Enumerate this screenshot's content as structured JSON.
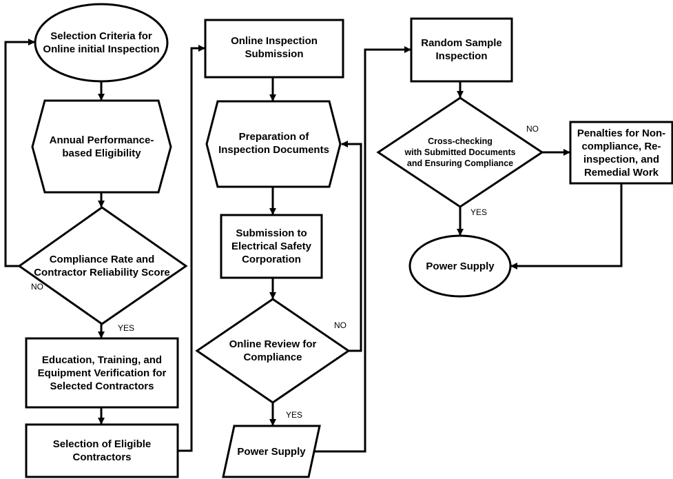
{
  "nodes": {
    "selection_criteria": "Selection Criteria for\nOnline initial Inspection",
    "annual_performance": "Annual Performance-\nbased Eligibility",
    "compliance_rate": "Compliance Rate and\nContractor Reliability Score",
    "education_training": "Education, Training, and\nEquipment Verification for\nSelected Contractors",
    "selection_eligible": "Selection of Eligible\nContractors",
    "online_submission": "Online Inspection\nSubmission",
    "preparation_docs": "Preparation of\nInspection Documents",
    "submission_esc": "Submission to\nElectrical Safety\nCorporation",
    "online_review": "Online Review for\nCompliance",
    "power_supply_1": "Power Supply",
    "random_sample": "Random Sample\nInspection",
    "cross_checking": "Cross-checking\nwith Submitted Documents\nand Ensuring Compliance",
    "penalties": "Penalties for Non-\ncompliance, Re-\ninspection, and\nRemedial Work",
    "power_supply_2": "Power Supply"
  },
  "edges": {
    "no_1": "NO",
    "yes_1": "YES",
    "no_2": "NO",
    "yes_2": "YES",
    "no_3": "NO",
    "yes_3": "YES"
  }
}
